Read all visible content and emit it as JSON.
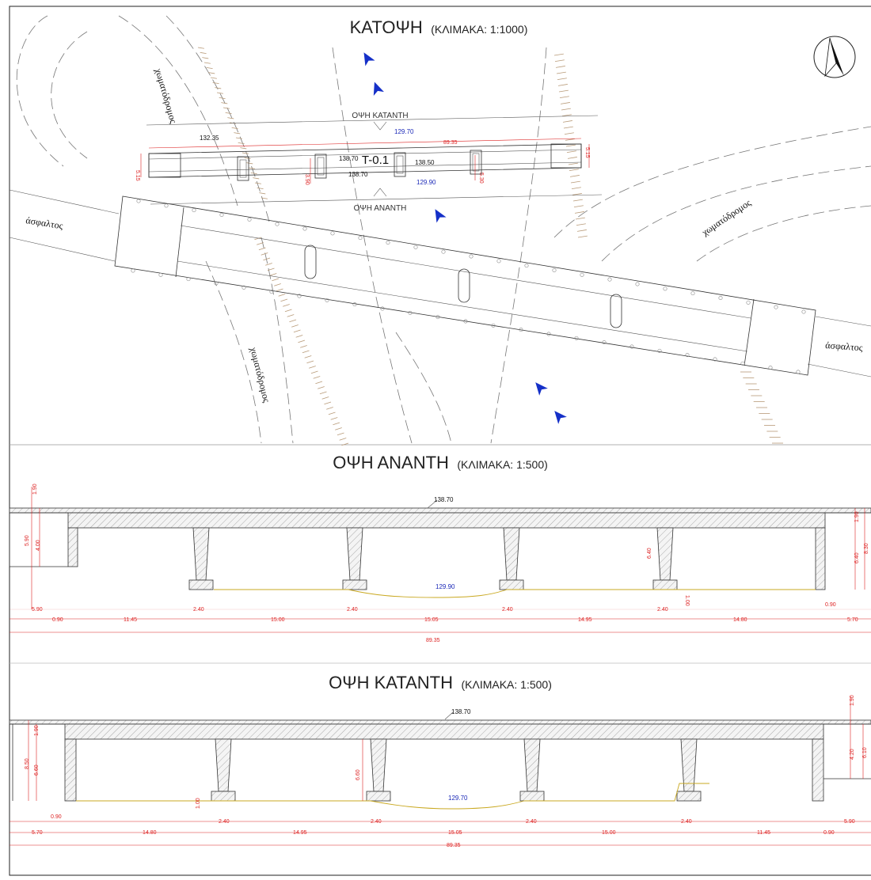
{
  "plan": {
    "title": "ΚΑΤΟΨΗ",
    "scale": "(ΚΛΙΜΑΚΑ: 1:1000)",
    "roads": {
      "dirt_1": "χωματόδρομος",
      "dirt_2": "χωματόδρομος",
      "dirt_3": "χωματόδρομος",
      "asphalt_left": "άσφαλτος",
      "asphalt_right": "άσφαλτος"
    },
    "view_labels": {
      "downstream": "ΟΨΗ ΚΑΤΑΝΤΗ",
      "upstream": "ΟΨΗ ΑΝΑΝΤΗ"
    },
    "bridge_code": "T-0.1",
    "levels": {
      "deck_left": "132.35",
      "deck_mid": "138.70",
      "deck_mid_below": "138.70",
      "deck_right": "138.50",
      "river_top": "129.70",
      "river_bottom": "129.90"
    },
    "dims": {
      "length": "89.35",
      "width_left": "5.15",
      "width_right": "5.15",
      "pier_a": "3.90",
      "pier_b": "5.30"
    },
    "north_arrow": "north-arrow-icon",
    "flow_arrow": "flow-arrow-icon"
  },
  "upstream": {
    "title": "ΟΨΗ ΑΝΑΝΤΗ",
    "scale": "(ΚΛΙΜΑΚΑ: 1:500)",
    "deck_level": "138.70",
    "water_level": "129.90",
    "dims_left": {
      "total": "5.90",
      "deck": "1.90",
      "wall": "4.00"
    },
    "dims_right": {
      "deck": "1.90",
      "pier": "6.40",
      "total": "8.30"
    },
    "pier_height": "6.40",
    "footing": "1.00",
    "row1": {
      "left": "5.90",
      "p1": "2.40",
      "p2": "2.40",
      "p3": "2.40",
      "p4": "2.40",
      "right": "0.90"
    },
    "row2": [
      "0.90",
      "11.45",
      "15.00",
      "15.05",
      "14.95",
      "14.80",
      "5.70"
    ],
    "total": "89.35"
  },
  "downstream": {
    "title": "ΟΨΗ ΚΑΤΑΝΤΗ",
    "scale": "(ΚΛΙΜΑΚΑ: 1:500)",
    "deck_level": "138.70",
    "water_level": "129.70",
    "dims_left": {
      "deck": "1.90",
      "total": "8.50",
      "pier": "6.60"
    },
    "dims_right": {
      "deck": "1.90",
      "wall": "4.20",
      "total": "6.10"
    },
    "pier_height": "6.60",
    "footing": "1.00",
    "row1": {
      "left": "0.90",
      "p1": "2.40",
      "p2": "2.40",
      "p3": "2.40",
      "p4": "2.40",
      "right": "5.90"
    },
    "row2": [
      "5.70",
      "14.80",
      "14.95",
      "15.05",
      "15.00",
      "11.45",
      "0.90"
    ],
    "total": "89.35"
  },
  "colors": {
    "dimension": "#d22222",
    "water_level": "#1c2ab8",
    "flow_arrow": "#1530c8",
    "embankment": "#b89a78"
  }
}
